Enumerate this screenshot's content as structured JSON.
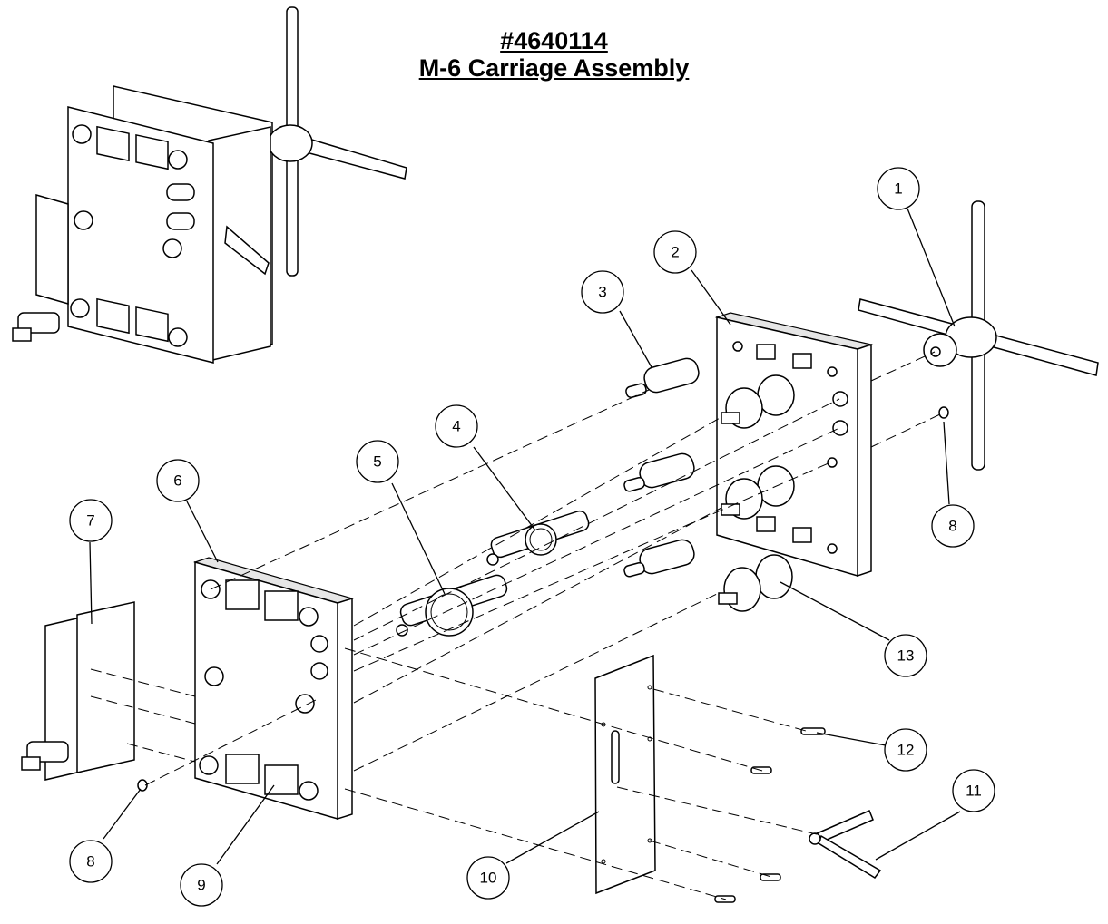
{
  "title": {
    "part_number": "#4640114",
    "name": "M-6 Carriage Assembly"
  },
  "callouts": [
    {
      "number": "1"
    },
    {
      "number": "2"
    },
    {
      "number": "3"
    },
    {
      "number": "4"
    },
    {
      "number": "5"
    },
    {
      "number": "6"
    },
    {
      "number": "7"
    },
    {
      "number": "8"
    },
    {
      "number": "8"
    },
    {
      "number": "9"
    },
    {
      "number": "10"
    },
    {
      "number": "11"
    },
    {
      "number": "12"
    },
    {
      "number": "13"
    }
  ]
}
